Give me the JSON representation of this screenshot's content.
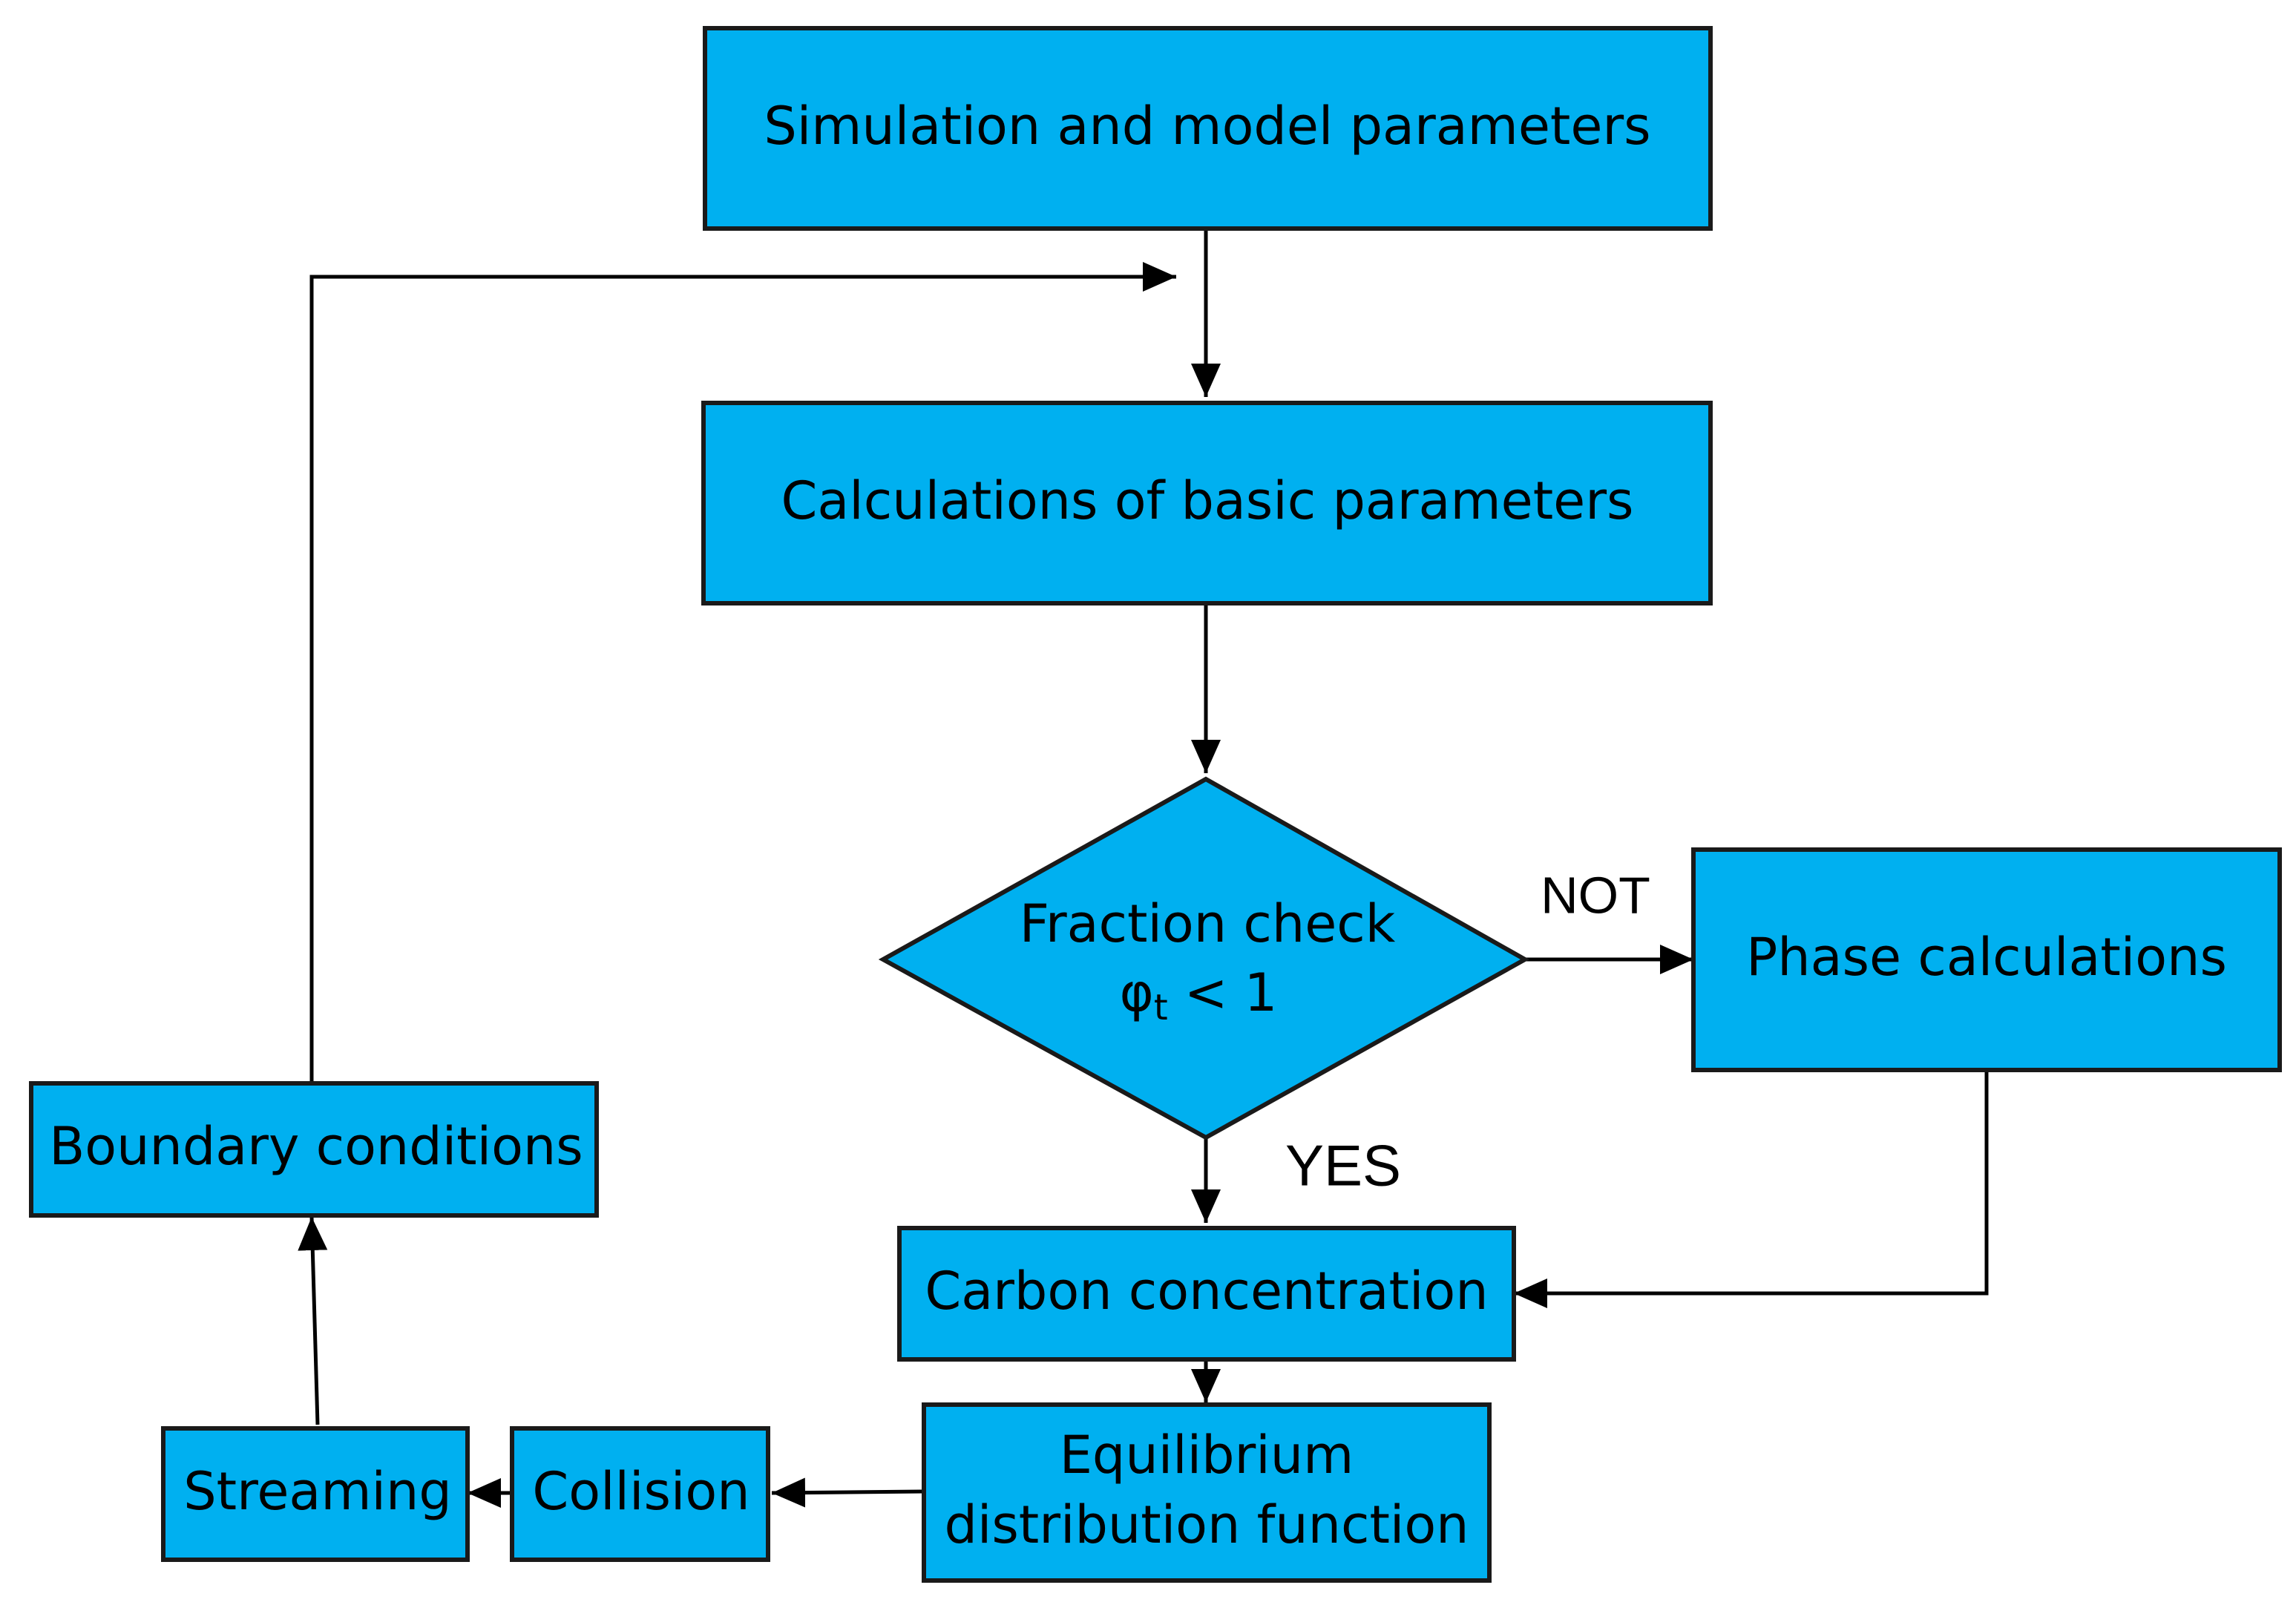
{
  "colors": {
    "box_fill": "#00B0F0",
    "stroke": "#1a1a1a",
    "arrow": "#000000"
  },
  "nodes": {
    "simulation": "Simulation and model parameters",
    "calculations": "Calculations of basic parameters",
    "fraction_check_line1": "Fraction check",
    "fraction_check_symbol": "φ",
    "fraction_check_subscript": "t",
    "fraction_check_rest": " < 1",
    "phase": "Phase calculations",
    "carbon": "Carbon concentration",
    "equilibrium_line1": "Equilibrium",
    "equilibrium_line2": "distribution function",
    "collision": "Collision",
    "streaming": "Streaming",
    "boundary": "Boundary conditions"
  },
  "edge_labels": {
    "not": "NOT",
    "yes": "YES"
  }
}
